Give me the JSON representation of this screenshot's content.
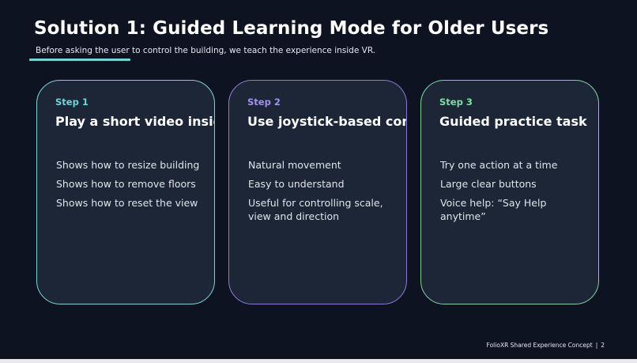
{
  "slide": {
    "title": "Solution 1: Guided Learning Mode for Older Users",
    "subtitle": "Before asking the user to control the building, we teach the experience inside VR."
  },
  "cards": [
    {
      "step": "Step 1",
      "title": "Play a short video inside VR",
      "items": [
        "Shows how to resize building",
        "Shows how to remove floors",
        "Shows how to reset the view"
      ]
    },
    {
      "step": "Step 2",
      "title": "Use joystick-based controls",
      "items": [
        "Natural movement",
        "Easy to understand",
        "Useful for controlling scale, view and direction"
      ]
    },
    {
      "step": "Step 3",
      "title": "Guided practice task",
      "items": [
        "Try one action at a time",
        "Large clear buttons",
        "Voice help: “Say Help anytime”"
      ]
    }
  ],
  "footer": {
    "text": "FolioXR Shared Experience Concept",
    "separator": "|",
    "page_number": "2"
  },
  "colors": {
    "background": "#0d1320",
    "card_fill": "#1c2637",
    "accent_step1": "#6fd3d8",
    "accent_step2": "#a48ff0",
    "accent_step3": "#7ee0a3"
  }
}
